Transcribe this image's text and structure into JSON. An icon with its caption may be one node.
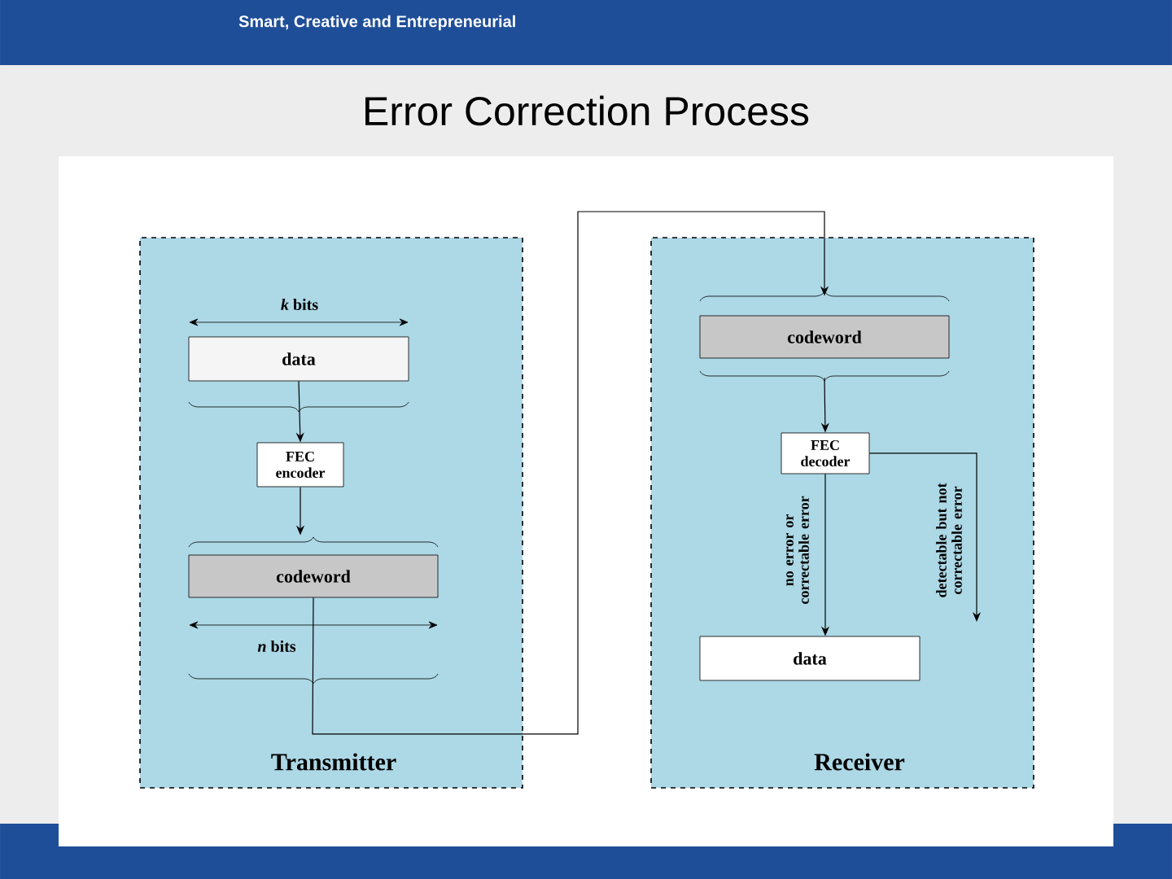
{
  "diagram": {
    "title": "Error Correction Process",
    "nodes": [
      {
        "text": [
          "Transmitter"
        ]
      },
      {
        "text": [
          "data"
        ],
        "in": 0
      },
      {
        "text": [
          "FEC encoder"
        ],
        "in": 0
      },
      {
        "text": [
          "codeword"
        ],
        "in": 0
      },
      {
        "text": [
          "Receiver"
        ]
      },
      {
        "text": [
          "codeword"
        ],
        "in": 4
      },
      {
        "text": [
          "FEC decoder"
        ],
        "in": 4
      },
      {
        "text": [
          "data"
        ],
        "in": 4
      }
    ],
    "edges": [
      {
        "from": 1,
        "to": 2,
        "arrow": "to"
      },
      {
        "from": 2,
        "to": 3,
        "arrow": "to"
      },
      {
        "from": 3,
        "to": 5,
        "arrow": "to"
      },
      {
        "from": 5,
        "to": 6,
        "arrow": "to"
      },
      {
        "from": 6,
        "to": 7,
        "arrow": "to",
        "label": "no error or correctable error"
      },
      {
        "from": 6,
        "to": null,
        "arrow": "to",
        "label": "detectable but not correctable error"
      }
    ],
    "labels": [
      "Smart, Creative and Entrepreneurial",
      "*k* bits",
      "*n* bits"
    ]
  }
}
